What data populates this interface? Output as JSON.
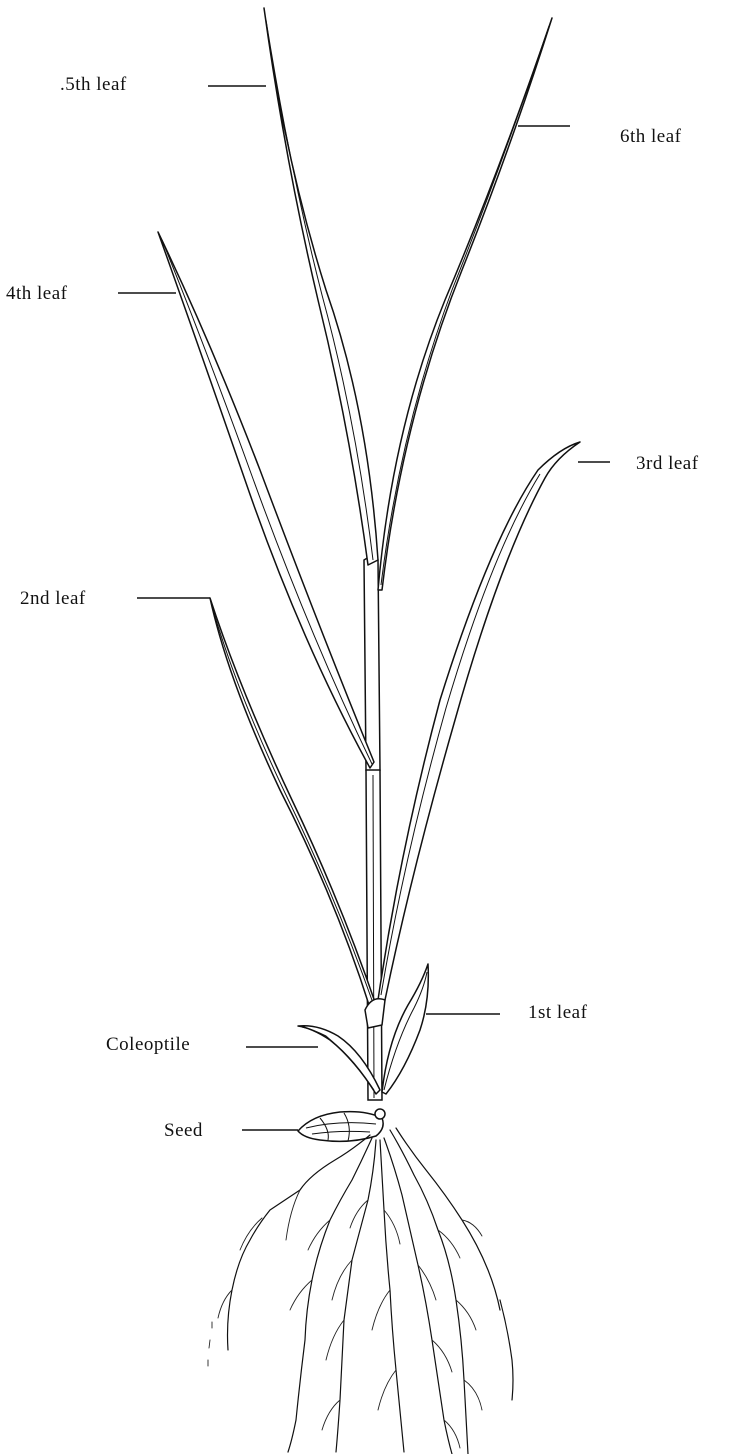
{
  "labels": {
    "leaf5": ".5th leaf",
    "leaf6": "6th leaf",
    "leaf4": "4th leaf",
    "leaf3": "3rd leaf",
    "leaf2": "2nd leaf",
    "leaf1": "1st leaf",
    "coleoptile": "Coleoptile",
    "seed": "Seed"
  },
  "colors": {
    "ink": "#111111",
    "paper": "#ffffff"
  }
}
